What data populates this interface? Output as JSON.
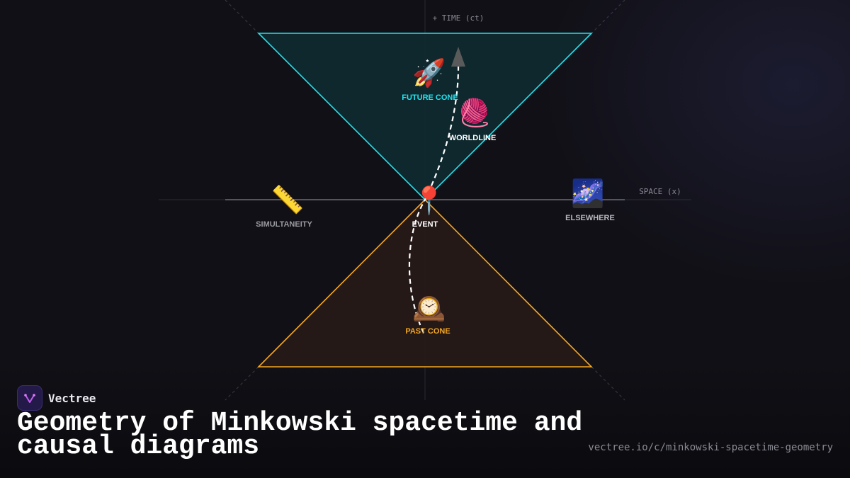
{
  "diagram": {
    "time_axis_label": "+ TIME (ct)",
    "space_axis_label": "SPACE (x)",
    "labels": {
      "future_cone": "FUTURE CONE",
      "worldline": "WORLDLINE",
      "simultaneity": "SIMULTANEITY",
      "event": "EVENT",
      "elsewhere": "ELSEWHERE",
      "past_cone": "PAST CONE"
    },
    "icons": {
      "future": "🚀",
      "worldline": "🧶",
      "simultaneity": "📏",
      "event": "📍",
      "elsewhere": "🌌",
      "past": "🕰️"
    },
    "colors": {
      "future_cone": "#22e3ee",
      "past_cone": "#f5a623",
      "worldline": "#ffffff",
      "axis": "#8a8a94"
    }
  },
  "brand": {
    "name": "Vectree"
  },
  "title": "Geometry of Minkowski spacetime and causal diagrams",
  "url": "vectree.io/c/minkowski-spacetime-geometry"
}
